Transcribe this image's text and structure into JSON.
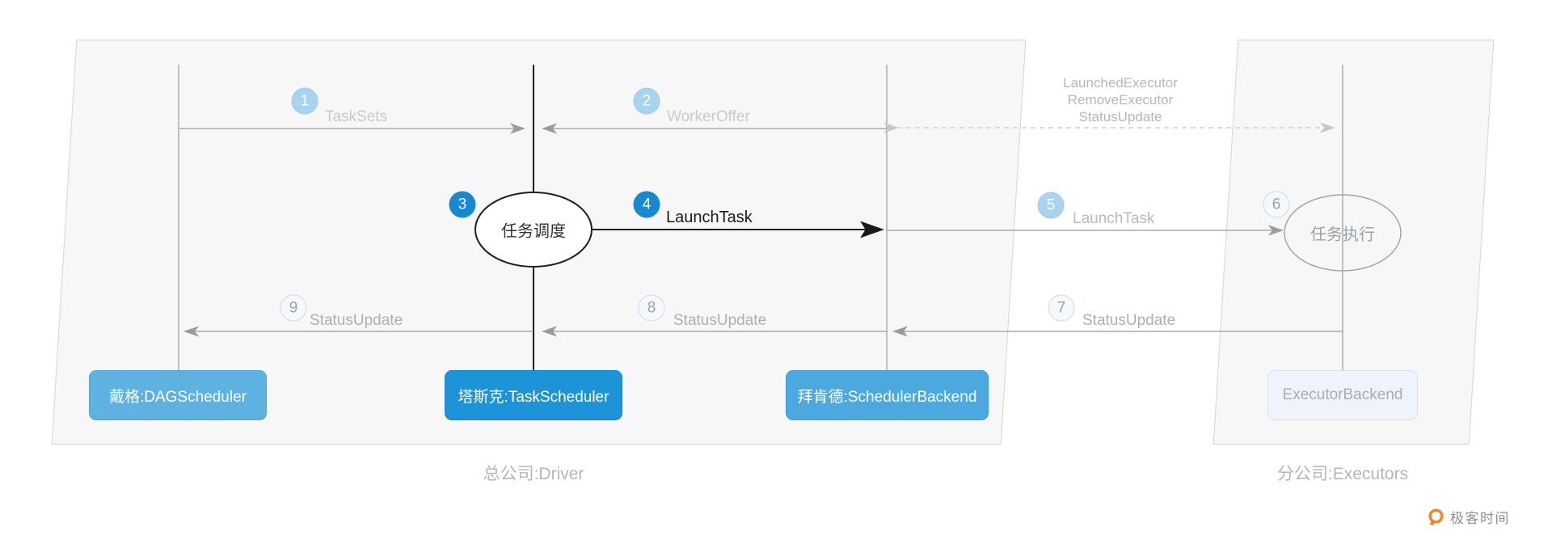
{
  "diagram": {
    "groups": {
      "driver": "总公司:Driver",
      "executors": "分公司:Executors"
    },
    "actors": [
      {
        "id": "dagscheduler",
        "label": "戴格:DAGScheduler"
      },
      {
        "id": "taskscheduler",
        "label": "塔斯克:TaskScheduler"
      },
      {
        "id": "schedulerbackend",
        "label": "拜肯德:SchedulerBackend"
      },
      {
        "id": "executorbackend",
        "label": "ExecutorBackend"
      }
    ],
    "steps": [
      {
        "num": "1",
        "label": "TaskSets"
      },
      {
        "num": "2",
        "label": "WorkerOffer"
      },
      {
        "num": "3",
        "label": "任务调度"
      },
      {
        "num": "4",
        "label": "LaunchTask"
      },
      {
        "num": "5",
        "label": "LaunchTask"
      },
      {
        "num": "6",
        "label": "任务执行"
      },
      {
        "num": "7",
        "label": "StatusUpdate"
      },
      {
        "num": "8",
        "label": "StatusUpdate"
      },
      {
        "num": "9",
        "label": "StatusUpdate"
      }
    ],
    "executor_events": [
      "LaunchedExecutor",
      "RemoveExecutor",
      "StatusUpdate"
    ],
    "colors": {
      "badge_solid": "#1789D2",
      "badge_light": "#A8D4EF",
      "badge_pale": "#F5F9FE",
      "box_dag": "#5EB2E2",
      "box_task": "#1D93D8",
      "box_backend": "#4CA9DF",
      "box_executor": "#EFF3FB",
      "line_gray": "#9B9B9B",
      "line_black": "#1A1A1A",
      "logo_orange": "#ED8430"
    }
  },
  "logo": {
    "text": "极客时间"
  }
}
